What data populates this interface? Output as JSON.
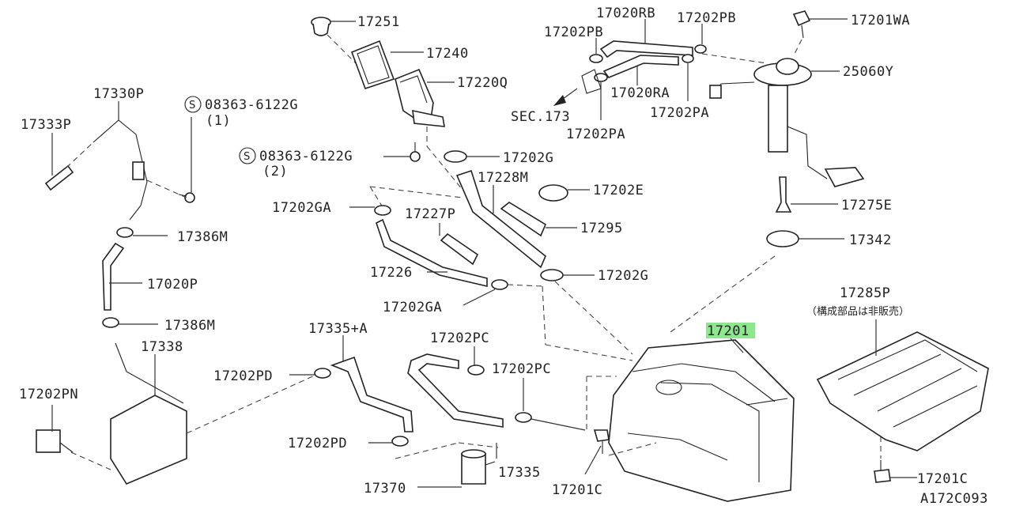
{
  "colors": {
    "highlight": "#8ee68e",
    "ink": "#222222"
  },
  "labels": {
    "p17251": "17251",
    "p17240": "17240",
    "p17220Q": "17220Q",
    "p17020RB": "17020RB",
    "p17202PB_a": "17202PB",
    "p17202PB_b": "17202PB",
    "p17201WA": "17201WA",
    "p25060Y": "25060Y",
    "p17020RA": "17020RA",
    "p17202PA_a": "17202PA",
    "p17202PA_b": "17202PA",
    "sec173": "SEC.173",
    "p17330P": "17330P",
    "p08363_a": "08363-6122G",
    "p08363_a_qty": "(1)",
    "p08363_b": "08363-6122G",
    "p08363_b_qty": "(2)",
    "p17333P": "17333P",
    "p17202G_a": "17202G",
    "p17228M": "17228M",
    "p17202E": "17202E",
    "p17275E": "17275E",
    "p17202GA_a": "17202GA",
    "p17227P": "17227P",
    "p17295": "17295",
    "p17386M_a": "17386M",
    "p17342": "17342",
    "p17020P": "17020P",
    "p17226": "17226",
    "p17202G_b": "17202G",
    "p17202GA_b": "17202GA",
    "p17285P": "17285P",
    "p17285P_note": "（構成部品は非販売）",
    "p17386M_b": "17386M",
    "p17201": "17201",
    "p17338": "17338",
    "p17335A": "17335+A",
    "p17202PC_a": "17202PC",
    "p17202PC_b": "17202PC",
    "p17202PD_a": "17202PD",
    "p17202PN": "17202PN",
    "p17202PD_b": "17202PD",
    "p17335": "17335",
    "p17370": "17370",
    "p17201C_a": "17201C",
    "p17201C_b": "17201C",
    "diagram_code": "A172C093"
  }
}
